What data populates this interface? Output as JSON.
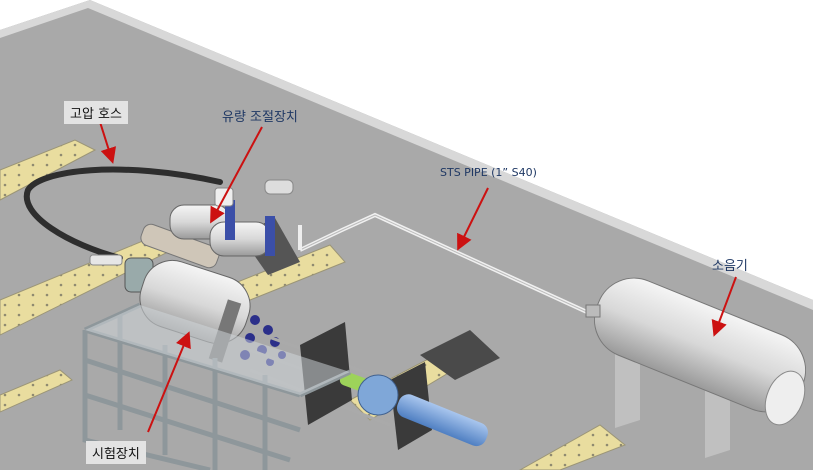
{
  "labels": {
    "high_pressure_hose": "고압 호스",
    "flow_control": "유량 조절장치",
    "sts_pipe": "STS PIPE (1” S40)",
    "silencer": "소음기",
    "test_device": "시험장치"
  },
  "colors": {
    "callout_arrow": "#cc1111",
    "callout_text": "#1f3864",
    "floor": "#a9a9a9",
    "rail": "#e9dd9f",
    "frame": "#c8cfd2",
    "shaft": "#6a9bd8",
    "bolt": "#2b2f8a"
  }
}
